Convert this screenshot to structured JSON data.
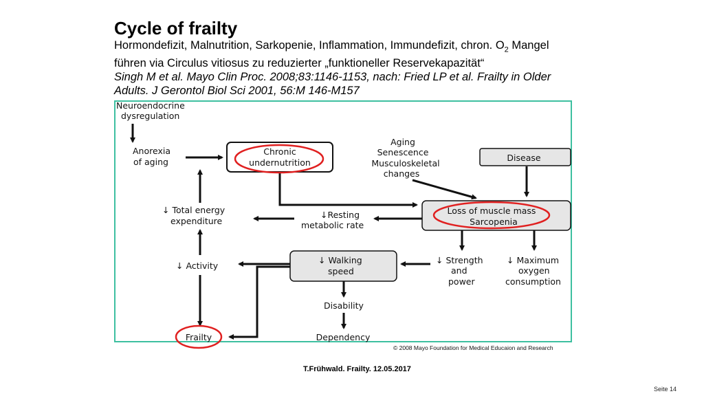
{
  "slide": {
    "title": "Cycle of frailty",
    "subtitle_line1_prefix": "Hormondefizit, Malnutrition, Sarkopenie, Inflammation, Immundefizit, chron. O",
    "subtitle_line1_sub": "2",
    "subtitle_line1_suffix": " Mangel",
    "subtitle_line2": "führen via Circulus vitiosus zu reduzierter „funktioneller Reservekapazität“",
    "citation_line1": "Singh M et al. Mayo Clin Proc. 2008;83:1146-1153, nach: Fried LP et al. Frailty in Older",
    "citation_line2": "Adults. J Gerontol Biol Sci 2001, 56:M 146-M157"
  },
  "diagram": {
    "nodes": {
      "neuroendocrine": [
        "Neuroendocrine",
        "dysregulation"
      ],
      "anorexia": [
        "Anorexia",
        "of aging"
      ],
      "chronic": [
        "Chronic",
        "undernutrition"
      ],
      "aging": [
        "Aging",
        "Senescence",
        "Musculoskeletal",
        "changes"
      ],
      "disease": "Disease",
      "total_energy": [
        "↓ Total energy",
        "expenditure"
      ],
      "resting": [
        "↓Resting",
        "metabolic rate"
      ],
      "loss": [
        "Loss of muscle mass",
        "Sarcopenia"
      ],
      "activity": "↓ Activity",
      "walking": [
        "↓ Walking",
        "speed"
      ],
      "strength": [
        "↓ Strength",
        "and",
        "power"
      ],
      "oxygen": [
        "↓ Maximum",
        "oxygen",
        "consumption"
      ],
      "disability": "Disability",
      "frailty": "Frailty",
      "dependency": "Dependency"
    },
    "highlight_color": "#e02020"
  },
  "footer": {
    "copyright": "© 2008 Mayo Foundation for Medical Educaion and Research",
    "center": "T.Frühwald. Frailty. 12.05.2017",
    "page": "Seite 14"
  }
}
